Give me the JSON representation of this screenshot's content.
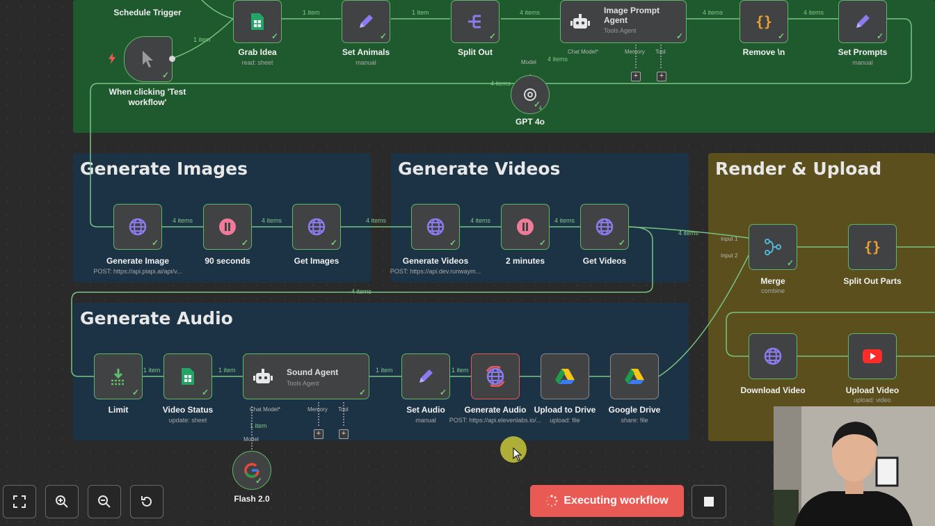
{
  "colors": {
    "setup": "#1f5a2e",
    "images": "#1c3346",
    "videos": "#1c3346",
    "audio": "#1c3346",
    "render": "#5b4f1e",
    "success": "#5fb86a",
    "error": "#e45a5a",
    "exec": "#e85a53"
  },
  "sections": {
    "images": "Generate Images",
    "videos": "Generate Videos",
    "audio": "Generate Audio",
    "render": "Render & Upload"
  },
  "nodes": {
    "schedule_trigger": {
      "label": "Schedule Trigger",
      "icon": "clock-icon"
    },
    "manual_trigger": {
      "label": "When clicking 'Test workflow'",
      "icon": "cursor-icon"
    },
    "grab_idea": {
      "label": "Grab Idea",
      "sub": "read: sheet",
      "icon": "sheets-icon"
    },
    "set_animals": {
      "label": "Set Animals",
      "sub": "manual",
      "icon": "pencil-icon"
    },
    "split_out": {
      "label": "Split Out",
      "icon": "split-icon"
    },
    "image_prompt_agent": {
      "label": "Image Prompt Agent",
      "sub": "Tools Agent",
      "icon": "robot-icon",
      "chat_model": "Chat Model*",
      "memory": "Memory",
      "tool": "Tool"
    },
    "remove_n": {
      "label": "Remove \\n",
      "icon": "braces-icon"
    },
    "set_prompts": {
      "label": "Set Prompts",
      "sub": "manual",
      "icon": "pencil-icon"
    },
    "gpt4o": {
      "label": "GPT 4o",
      "model": "Model",
      "icon": "openai-icon"
    },
    "generate_image": {
      "label": "Generate Image",
      "sub": "POST: https://api.piapi.ai/api/v...",
      "icon": "globe-icon"
    },
    "wait_90": {
      "label": "90 seconds",
      "icon": "pause-icon"
    },
    "get_images": {
      "label": "Get Images",
      "icon": "globe-icon"
    },
    "generate_videos": {
      "label": "Generate Videos",
      "sub": "POST: https://api.dev.runwaym...",
      "icon": "globe-icon"
    },
    "wait_2": {
      "label": "2 minutes",
      "icon": "pause-icon"
    },
    "get_videos": {
      "label": "Get Videos",
      "icon": "globe-icon"
    },
    "merge": {
      "label": "Merge",
      "sub": "combine",
      "input1": "Input 1",
      "input2": "Input 2",
      "icon": "merge-icon"
    },
    "split_out_parts": {
      "label": "Split Out Parts",
      "icon": "braces-icon"
    },
    "download_video": {
      "label": "Download Video",
      "icon": "globe-icon"
    },
    "upload_video": {
      "label": "Upload Video",
      "sub": "upload: video",
      "icon": "youtube-icon"
    },
    "limit": {
      "label": "Limit",
      "icon": "limit-icon"
    },
    "video_status": {
      "label": "Video Status",
      "sub": "update: sheet",
      "icon": "sheets-icon"
    },
    "sound_agent": {
      "label": "Sound Agent",
      "sub": "Tools Agent",
      "icon": "robot-icon",
      "chat_model": "Chat Model*",
      "memory": "Memory",
      "tool": "Tool"
    },
    "set_audio": {
      "label": "Set Audio",
      "sub": "manual",
      "icon": "pencil-icon"
    },
    "generate_audio": {
      "label": "Generate Audio",
      "sub": "POST: https://api.elevenlabs.io/...",
      "icon": "globe-icon"
    },
    "upload_drive": {
      "label": "Upload to Drive",
      "sub": "upload: file",
      "icon": "drive-icon"
    },
    "google_drive": {
      "label": "Google Drive",
      "sub": "share: file",
      "icon": "drive-icon"
    },
    "flash": {
      "label": "Flash 2.0",
      "model": "Model",
      "icon": "google-icon"
    }
  },
  "edges": {
    "one": "1 item",
    "four": "4 items",
    "gpt_count": "4"
  },
  "toolbar": {
    "fit": "fit-view-icon",
    "zoom_in": "zoom-in-icon",
    "zoom_out": "zoom-out-icon",
    "reset": "reset-icon"
  },
  "execute": {
    "label": "Executing workflow"
  }
}
